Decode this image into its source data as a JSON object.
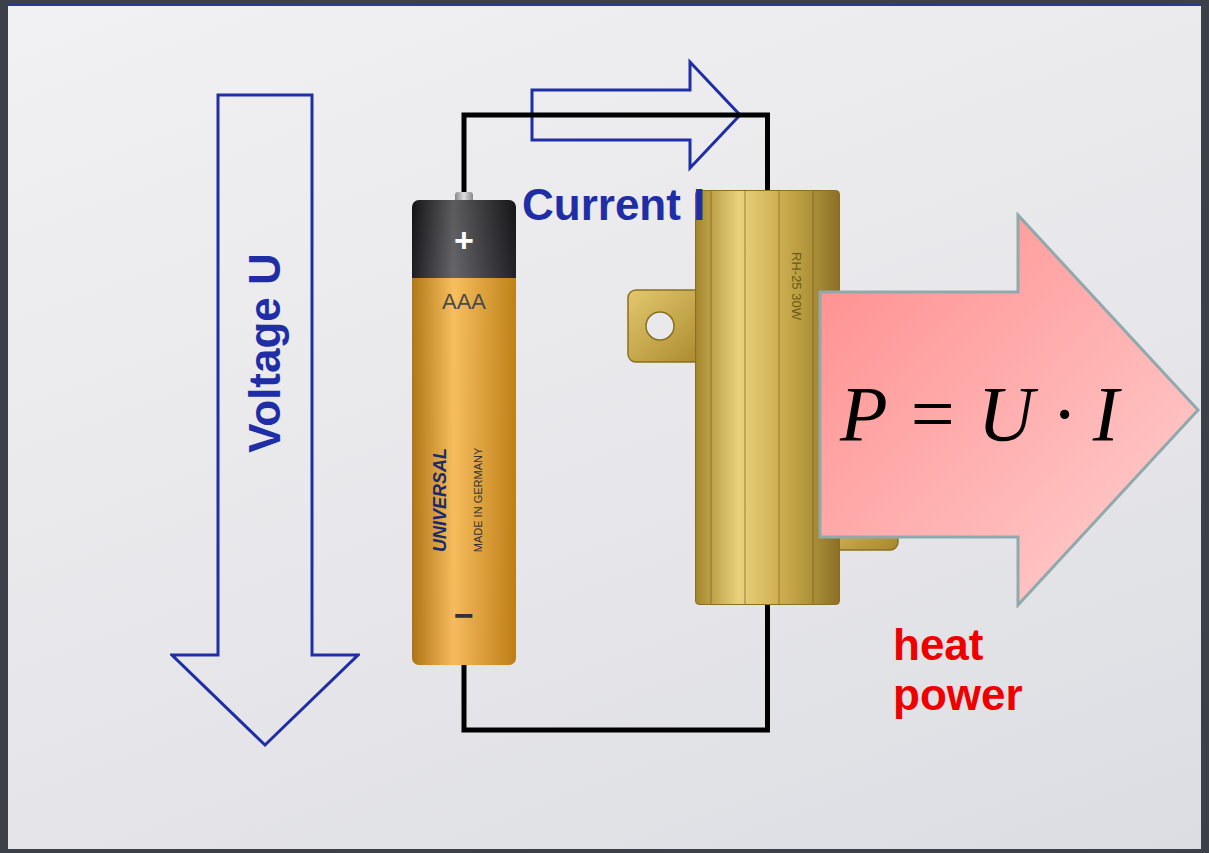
{
  "diagram": {
    "nodes": [
      {
        "text": [
          "Voltage U"
        ]
      },
      {
        "text": [
          "+",
          "AAA",
          "UNIVERSAL",
          "MADE IN GERMANY",
          "−"
        ]
      },
      {
        "text": [
          "RH-25 30W"
        ]
      },
      {
        "text": [
          "P = U · I"
        ]
      }
    ],
    "edges": [
      {
        "from": 1,
        "to": 2,
        "arrow": "none"
      },
      {
        "from": 1,
        "to": 2,
        "arrow": "none"
      }
    ],
    "labels": [
      "Current I",
      "heat power"
    ]
  }
}
